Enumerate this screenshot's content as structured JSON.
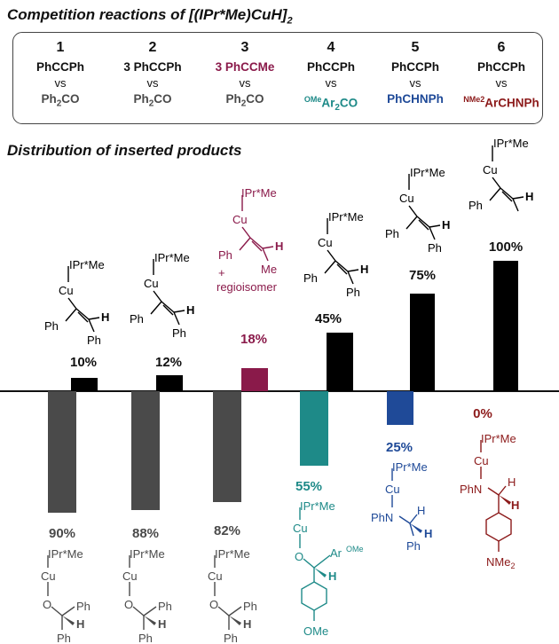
{
  "titles": {
    "competition": "Competition reactions of [(IPr*Me)CuH]",
    "competition_sub": "2",
    "distribution": "Distribution of inserted products"
  },
  "entries": [
    {
      "number": "1",
      "alkyne": "PhCCPh",
      "vs": "vs",
      "competitor": "Ph",
      "competitor_sub": "2",
      "competitor_tail": "CO"
    },
    {
      "number": "2",
      "alkyne": "3 PhCCPh",
      "vs": "vs",
      "competitor": "Ph",
      "competitor_sub": "2",
      "competitor_tail": "CO"
    },
    {
      "number": "3",
      "alkyne": "3 PhCCMe",
      "vs": "vs",
      "competitor": "Ph",
      "competitor_sub": "2",
      "competitor_tail": "CO"
    },
    {
      "number": "4",
      "alkyne": "PhCCPh",
      "vs": "vs",
      "competitor_sup": "OMe",
      "competitor": "Ar",
      "competitor_sub": "2",
      "competitor_tail": "CO"
    },
    {
      "number": "5",
      "alkyne": "PhCCPh",
      "vs": "vs",
      "competitor": "PhCHNPh"
    },
    {
      "number": "6",
      "alkyne": "PhCCPh",
      "vs": "vs",
      "competitor_sup": "NMe2",
      "competitor": "ArCHNPh"
    }
  ],
  "upper_pct": [
    "10%",
    "12%",
    "18%",
    "45%",
    "75%",
    "100%"
  ],
  "lower_pct": [
    "90%",
    "88%",
    "82%",
    "55%",
    "25%",
    "0%"
  ],
  "chart_data": {
    "type": "bar",
    "categories": [
      "1",
      "2",
      "3",
      "4",
      "5",
      "6"
    ],
    "series": [
      {
        "values": [
          10,
          12,
          18,
          45,
          75,
          100
        ]
      },
      {
        "values": [
          90,
          88,
          82,
          55,
          25,
          0
        ]
      }
    ]
  },
  "labels": {
    "ligand": "IPr*Me",
    "cu": "Cu",
    "ph": "Ph",
    "h": "H",
    "me": "Me",
    "o": "O",
    "phn": "PhN",
    "ar": "Ar",
    "ome": "OMe",
    "nme": "NMe",
    "nme_sub": "2",
    "regio_plus": "+",
    "regio": "regioisomer"
  },
  "colors": {
    "black": "#000000",
    "gray": "#4a4a4a",
    "maroon": "#8a1a4a",
    "teal": "#1e8a88",
    "blue": "#1f4a98",
    "darkred": "#8c1a1a"
  }
}
